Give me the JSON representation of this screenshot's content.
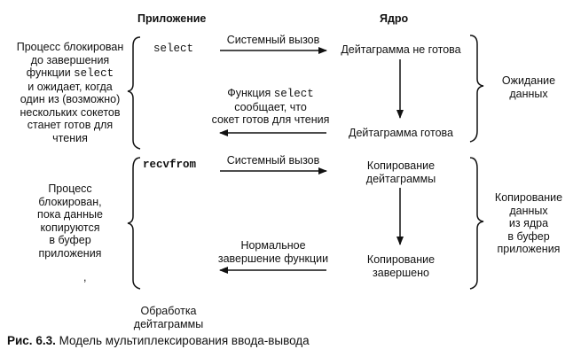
{
  "headers": {
    "application": "Приложение",
    "kernel": "Ядро"
  },
  "left_notes": {
    "top": {
      "l1": "Процесс блокирован",
      "l2": "до завершения",
      "l3_pre": "функции ",
      "l3_code": "select",
      "l4": "и ожидает, когда",
      "l5": "один из (возможно)",
      "l6": "нескольких сокетов",
      "l7": "станет готов для",
      "l8": "чтения"
    },
    "bottom": "Процесс\nблокирован,\nпока данные\nкопируются\nв буфер\nприложения",
    "stray_mark": ","
  },
  "app_calls": {
    "select": "select",
    "recvfrom": "recvfrom",
    "final": "Обработка\nдейтаграммы"
  },
  "arrow_labels": {
    "syscall_1": "Системный вызов",
    "select_notify_pre": "Функция ",
    "select_notify_code": "select",
    "select_notify_rest": "сообщает, что\nсокет готов для чтения",
    "syscall_2": "Системный вызов",
    "normal_completion": "Нормальное\nзавершение функции"
  },
  "kernel_states": {
    "not_ready": "Дейтаграмма не готова",
    "ready": "Дейтаграмма готова",
    "copying": "Копирование\nдейтаграммы",
    "copy_done": "Копирование\nзавершено"
  },
  "phases": {
    "wait": "Ожидание\nданных",
    "copy": "Копирование\nданных\nиз ядра\nв буфер\nприложения"
  },
  "caption": {
    "label": "Рис. 6.3.",
    "text": " Модель мультиплексирования ввода-вывода"
  }
}
